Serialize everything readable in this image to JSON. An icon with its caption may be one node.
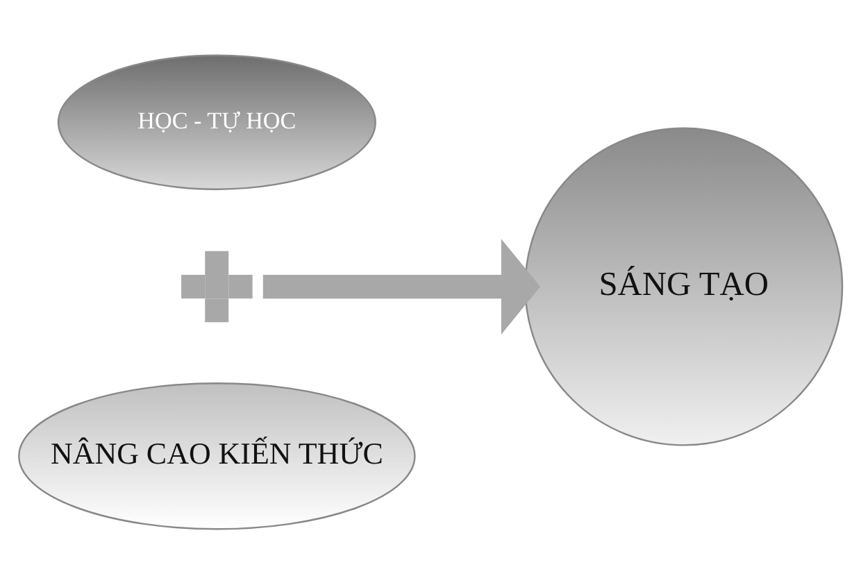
{
  "diagram": {
    "nodes": [
      {
        "text": [
          "HỌC - TỰ HỌC"
        ]
      },
      {
        "text": [],
        "shape": "cross"
      },
      {
        "text": [
          "NÂNG CAO KIẾN THỨC"
        ]
      },
      {
        "text": [
          "SÁNG TẠO"
        ]
      }
    ],
    "edges": [
      {
        "from": 1,
        "to": 3,
        "arrow": "to"
      }
    ]
  }
}
